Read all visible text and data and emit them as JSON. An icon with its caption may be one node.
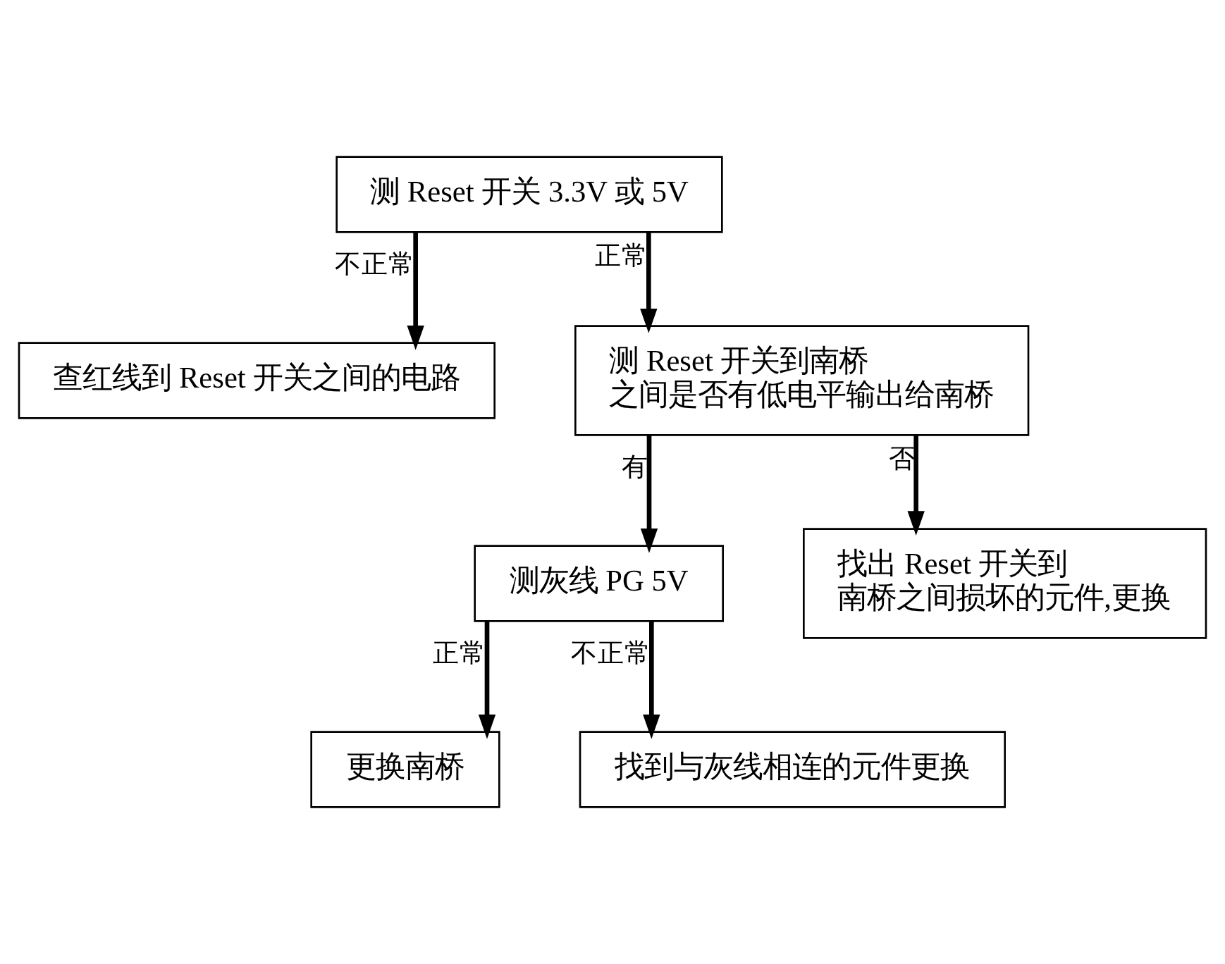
{
  "diagram": {
    "nodes": [
      {
        "text": [
          "测 Reset 开关 3.3V 或 5V"
        ]
      },
      {
        "text": [
          "查红线到 Reset 开关之间的电路"
        ]
      },
      {
        "text": [
          "测 Reset 开关到南桥之间是否有低电平输出给南桥"
        ]
      },
      {
        "text": [
          "测灰线 PG 5V"
        ]
      },
      {
        "text": [
          "找出 Reset 开关到南桥之间损坏的元件,更换"
        ]
      },
      {
        "text": [
          "更换南桥"
        ]
      },
      {
        "text": [
          "找到与灰线相连的元件更换"
        ]
      }
    ],
    "edges": [
      {
        "from": 0,
        "to": 1,
        "arrow": "to",
        "label": "不正常"
      },
      {
        "from": 0,
        "to": 2,
        "arrow": "to",
        "label": "正常"
      },
      {
        "from": 2,
        "to": 3,
        "arrow": "to",
        "label": "有"
      },
      {
        "from": 2,
        "to": 4,
        "arrow": "to",
        "label": "否"
      },
      {
        "from": 3,
        "to": 5,
        "arrow": "to",
        "label": "正常"
      },
      {
        "from": 3,
        "to": 6,
        "arrow": "to",
        "label": "不正常"
      }
    ]
  }
}
